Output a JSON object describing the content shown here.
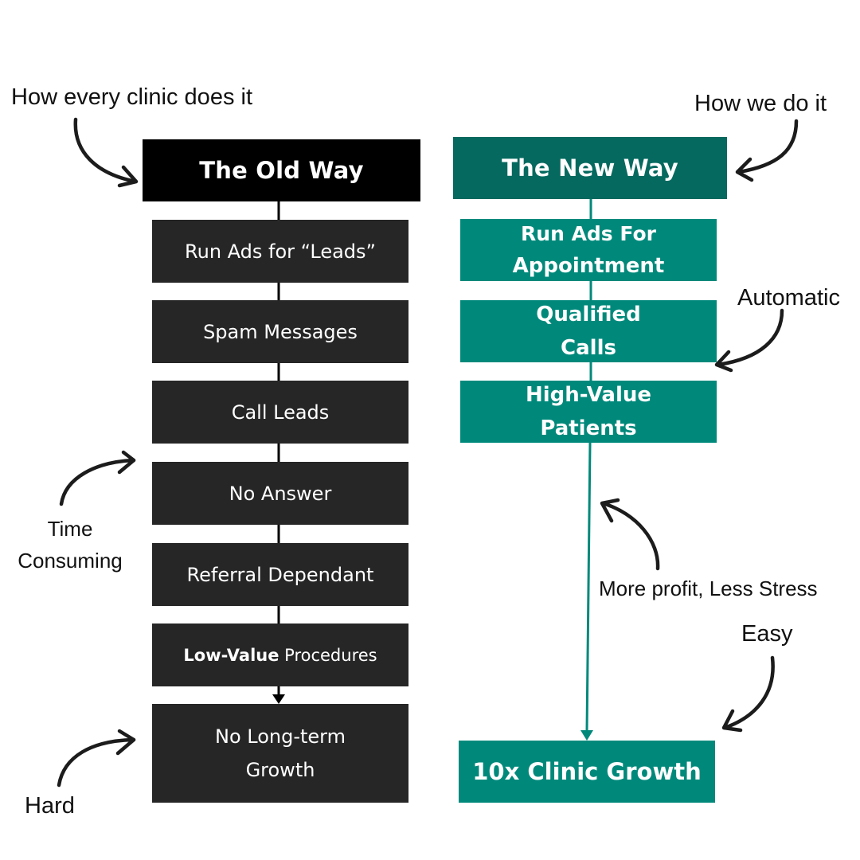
{
  "colors": {
    "old_header": "#000000",
    "old_box": "#262626",
    "new_header": "#05695f",
    "new_box": "#00897b",
    "annotation": "#111111",
    "connector_old": "#000000",
    "connector_new": "#00897b"
  },
  "old_way": {
    "header": "The Old Way",
    "steps": [
      {
        "label": "Run Ads for “Leads”"
      },
      {
        "label": "Spam Messages"
      },
      {
        "label": "Call Leads"
      },
      {
        "label": "No Answer"
      },
      {
        "label": "Referral Dependant"
      },
      {
        "bold": "Low-Value",
        "label": " Procedures"
      },
      {
        "line1": "No Long-term",
        "line2": "Growth"
      }
    ]
  },
  "new_way": {
    "header": "The New Way",
    "steps": [
      {
        "line1": "Run Ads For",
        "line2": "Appointment"
      },
      {
        "line1": "Qualified",
        "line2": "Calls"
      },
      {
        "line1": "High-Value",
        "line2": "Patients"
      }
    ],
    "result": "10x Clinic Growth"
  },
  "annotations": {
    "old_header_note": "How every clinic does it",
    "new_header_note": "How we do it",
    "automatic": "Automatic",
    "time_consuming_1": "Time",
    "time_consuming_2": "Consuming",
    "hard": "Hard",
    "more_profit": "More profit, Less Stress",
    "easy": "Easy"
  },
  "icons": {
    "annotation_arrow": "hand-drawn-curved-arrow",
    "connector_arrow": "down-arrow"
  }
}
